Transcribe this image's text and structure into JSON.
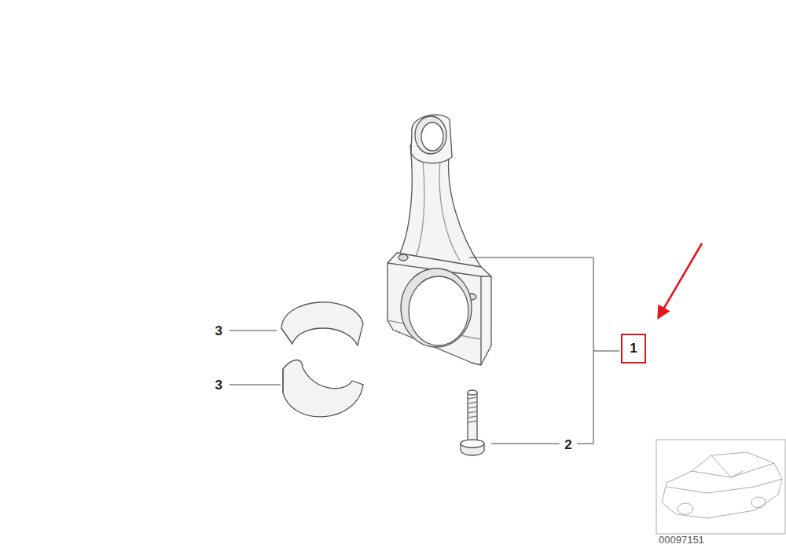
{
  "diagram": {
    "nodes": [
      {
        "text": [
          "1"
        ]
      }
    ],
    "labels": [
      "3",
      "3",
      "2",
      "00097151"
    ]
  }
}
